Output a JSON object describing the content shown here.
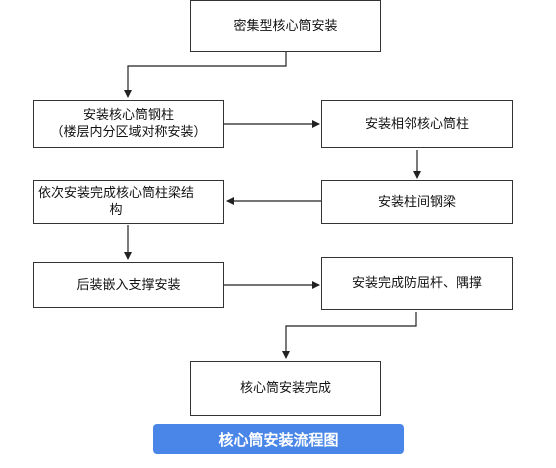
{
  "diagram": {
    "nodes": [
      {
        "id": "n1",
        "lines": [
          "密集型核心筒安装"
        ]
      },
      {
        "id": "n2",
        "lines": [
          "安装核心筒钢柱",
          "（楼层内分区域对称安装）"
        ]
      },
      {
        "id": "n3",
        "lines": [
          "安装相邻核心筒柱"
        ]
      },
      {
        "id": "n4",
        "lines": [
          "安装柱间钢梁"
        ]
      },
      {
        "id": "n5",
        "lines": [
          "依次安装完成核心筒柱梁结",
          "构"
        ]
      },
      {
        "id": "n6",
        "lines": [
          "后装嵌入支撑安装"
        ]
      },
      {
        "id": "n7",
        "lines": [
          "安装完成防屈杆、隅撑"
        ]
      },
      {
        "id": "n8",
        "lines": [
          "核心筒安装完成"
        ]
      }
    ],
    "title": "核心筒安装流程图"
  }
}
